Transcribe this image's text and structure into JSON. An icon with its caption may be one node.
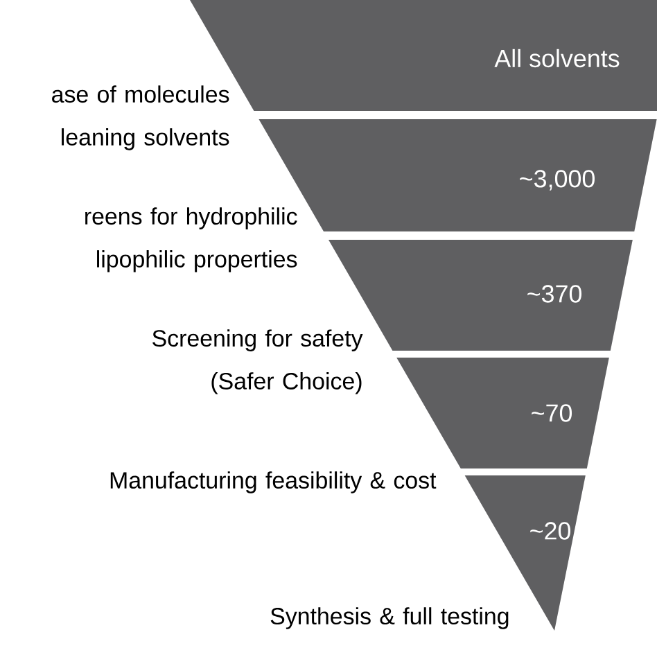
{
  "diagram": {
    "nodes": [
      {
        "text": [
          "All solvents"
        ]
      },
      {
        "text": [
          "~3,000"
        ]
      },
      {
        "text": [
          "~370"
        ]
      },
      {
        "text": [
          "~70"
        ]
      },
      {
        "text": [
          "~20"
        ]
      }
    ],
    "labels": [
      "ase of molecules leaning solvents",
      "reens for hydrophilic lipophilic properties",
      "Screening for safety (Safer Choice)",
      "Manufacturing feasibility & cost",
      "Synthesis & full testing"
    ]
  }
}
